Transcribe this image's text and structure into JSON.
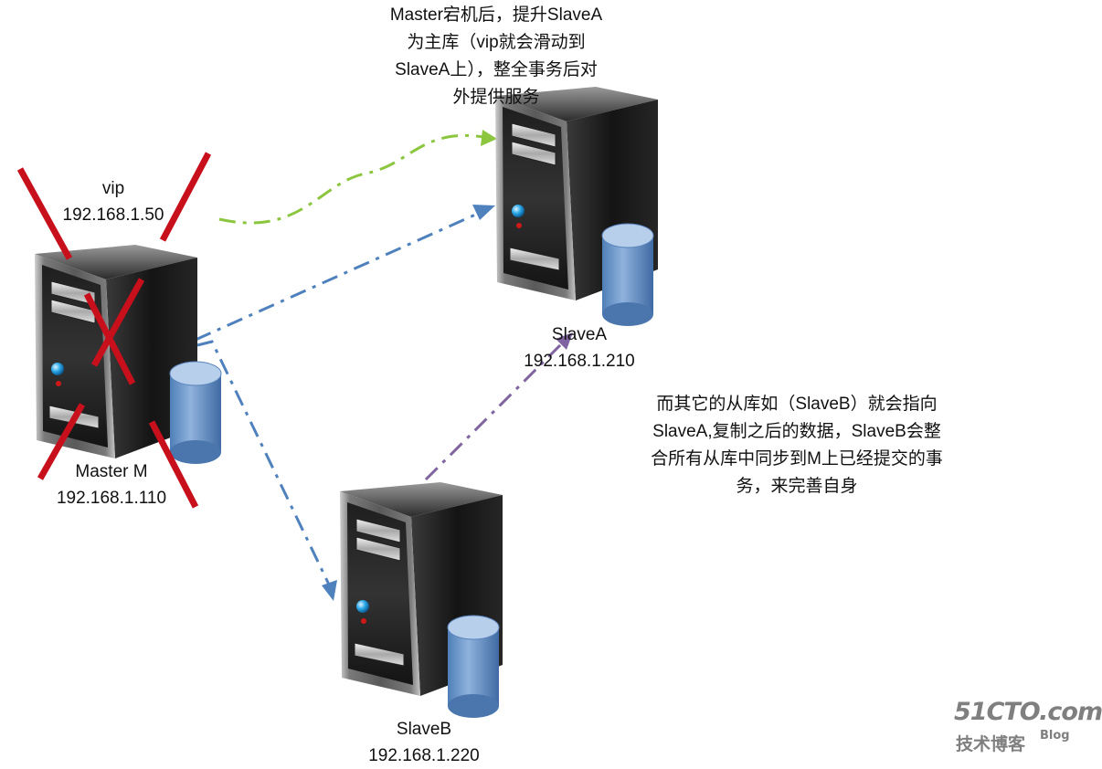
{
  "servers": {
    "master": {
      "name": "Master M",
      "ip": "192.168.1.110",
      "status": "failed"
    },
    "slave_a": {
      "name": "SlaveA",
      "ip": "192.168.1.210"
    },
    "slave_b": {
      "name": "SlaveB",
      "ip": "192.168.1.220"
    }
  },
  "vip": {
    "label": "vip",
    "ip": "192.168.1.50",
    "status": "failed"
  },
  "notes": {
    "top": [
      "Master宕机后，提升SlaveA",
      "为主库（vip就会滑动到",
      "SlaveA上），整全事务后对",
      "外提供服务"
    ],
    "right": [
      "而其它的从库如（SlaveB）就会指向",
      "SlaveA,复制之后的数据，SlaveB会整",
      "合所有从库中同步到M上已经提交的事",
      "务，来完善自身"
    ]
  },
  "watermark": {
    "site": "51CTO.com",
    "sub": "技术博客",
    "blog": "Blog"
  },
  "colors": {
    "failure_x": "#c8101c",
    "vip_move": "#8cc63f",
    "replication": "#4f81bd",
    "slaveb_to_a": "#8064a2",
    "database": "#6f97c9"
  }
}
